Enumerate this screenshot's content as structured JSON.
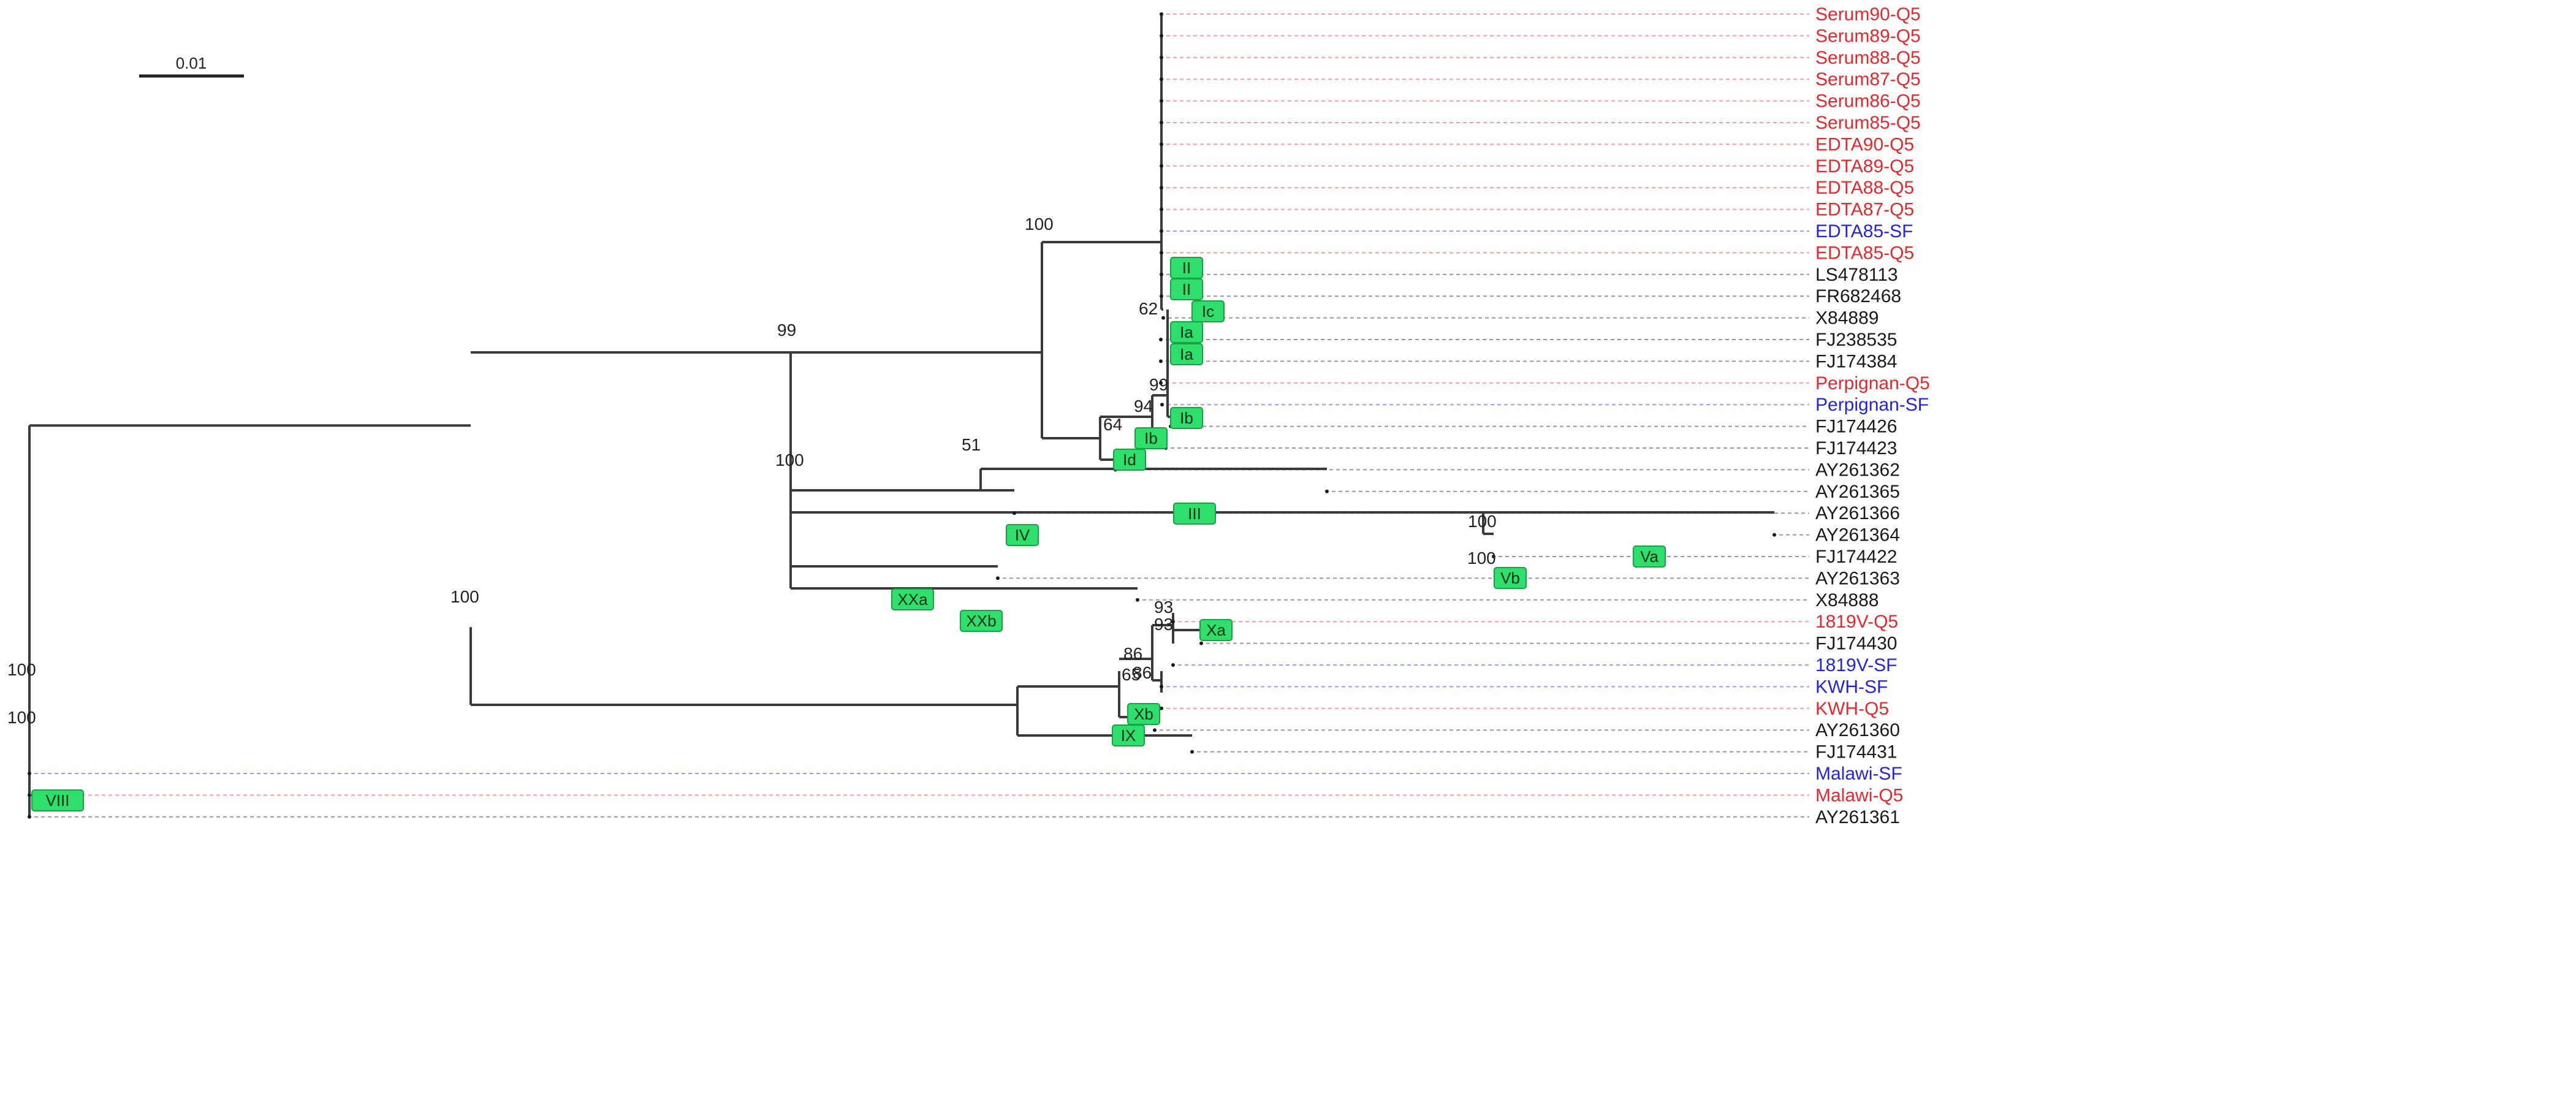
{
  "colors": {
    "query_q5": "#e8262b",
    "query_sf": "#2323e0",
    "reference": "#1a1a1a",
    "badge": "#2ee06b"
  },
  "scale_bar": {
    "label": "0.01"
  },
  "leaves": [
    {
      "label": "Serum90-Q5",
      "color": "#e8262b"
    },
    {
      "label": "Serum89-Q5",
      "color": "#e8262b"
    },
    {
      "label": "Serum88-Q5",
      "color": "#e8262b"
    },
    {
      "label": "Serum87-Q5",
      "color": "#e8262b"
    },
    {
      "label": "Serum86-Q5",
      "color": "#e8262b"
    },
    {
      "label": "Serum85-Q5",
      "color": "#e8262b"
    },
    {
      "label": "EDTA90-Q5",
      "color": "#e8262b"
    },
    {
      "label": "EDTA89-Q5",
      "color": "#e8262b"
    },
    {
      "label": "EDTA88-Q5",
      "color": "#e8262b"
    },
    {
      "label": "EDTA87-Q5",
      "color": "#e8262b"
    },
    {
      "label": "EDTA85-SF",
      "color": "#2323e0"
    },
    {
      "label": "EDTA85-Q5",
      "color": "#e8262b"
    },
    {
      "label": "LS478113",
      "color": "#1a1a1a"
    },
    {
      "label": "FR682468",
      "color": "#1a1a1a"
    },
    {
      "label": "X84889",
      "color": "#1a1a1a"
    },
    {
      "label": "FJ238535",
      "color": "#1a1a1a"
    },
    {
      "label": "FJ174384",
      "color": "#1a1a1a"
    },
    {
      "label": "Perpignan-Q5",
      "color": "#e8262b"
    },
    {
      "label": "Perpignan-SF",
      "color": "#2323e0"
    },
    {
      "label": "FJ174426",
      "color": "#1a1a1a"
    },
    {
      "label": "FJ174423",
      "color": "#1a1a1a"
    },
    {
      "label": "AY261362",
      "color": "#1a1a1a"
    },
    {
      "label": "AY261365",
      "color": "#1a1a1a"
    },
    {
      "label": "AY261366",
      "color": "#1a1a1a"
    },
    {
      "label": "AY261364",
      "color": "#1a1a1a"
    },
    {
      "label": "FJ174422",
      "color": "#1a1a1a"
    },
    {
      "label": "AY261363",
      "color": "#1a1a1a"
    },
    {
      "label": "X84888",
      "color": "#1a1a1a"
    },
    {
      "label": "1819V-Q5",
      "color": "#e8262b"
    },
    {
      "label": "FJ174430",
      "color": "#1a1a1a"
    },
    {
      "label": "1819V-SF",
      "color": "#2323e0"
    },
    {
      "label": "KWH-SF",
      "color": "#2323e0"
    },
    {
      "label": "KWH-Q5",
      "color": "#e8262b"
    },
    {
      "label": "AY261360",
      "color": "#1a1a1a"
    },
    {
      "label": "FJ174431",
      "color": "#1a1a1a"
    },
    {
      "label": "Malawi-SF",
      "color": "#2323e0"
    },
    {
      "label": "Malawi-Q5",
      "color": "#e8262b"
    },
    {
      "label": "AY261361",
      "color": "#1a1a1a"
    }
  ],
  "support_values": [
    "100",
    "100",
    "100",
    "100",
    "99",
    "100",
    "62",
    "99",
    "94",
    "64",
    "51",
    "100",
    "100",
    "93",
    "93",
    "86",
    "86",
    "65"
  ],
  "genotype_badges": [
    "II",
    "II",
    "Ic",
    "Ia",
    "Ia",
    "Ib",
    "Ib",
    "Id",
    "III",
    "IV",
    "Va",
    "Vb",
    "XXa",
    "XXb",
    "Xa",
    "Xb",
    "IX",
    "VIII"
  ]
}
